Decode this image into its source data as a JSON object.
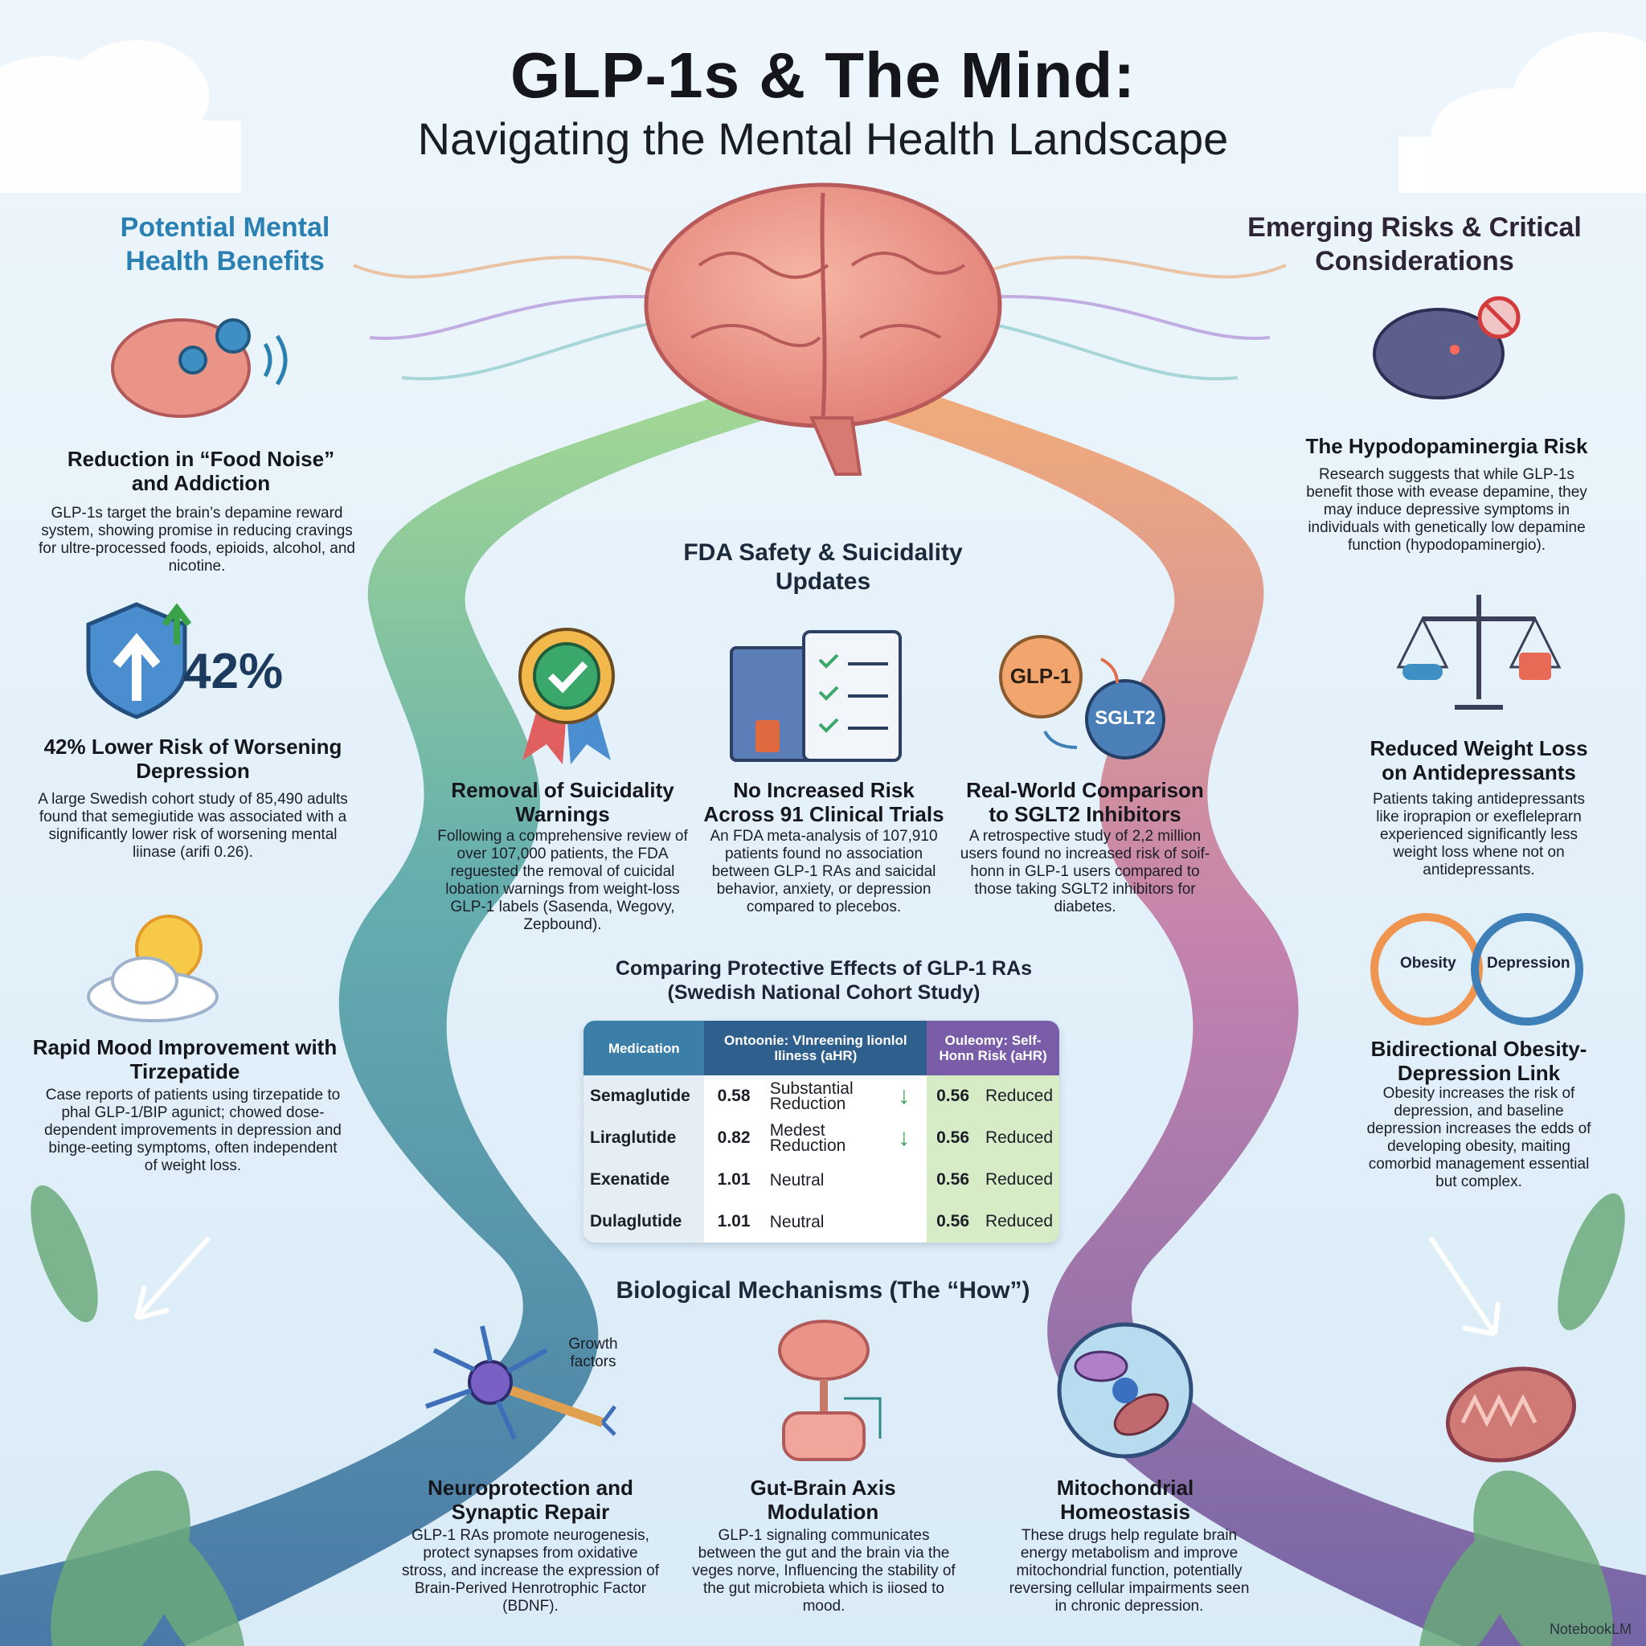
{
  "title": "GLP-1s & The Mind:",
  "subtitle": "Navigating the Mental Health Landscape",
  "left": {
    "heading": "Potential Mental Health Benefits",
    "items": [
      {
        "title": "Reduction in “Food Noise” and Addiction",
        "text": "GLP-1s target the brain’s depamine reward system, showing promise in reducing cravings for ultre-processed foods, epioids, alcohol, and nicotine."
      },
      {
        "badge": "42%",
        "title": "42% Lower Risk of Worsening Depression",
        "text": "A large Swedish cohort study of 85,490 adults found that semegiutide was associated with a significantly lower risk of worsening mental liinase (arifi 0.26)."
      },
      {
        "title": "Rapid Mood Improvement with Tirzepatide",
        "text": "Case reports of patients using tirzepatide to phal GLP-1/BIP agunict; chowed dose-dependent improvements in depression and binge-eeting symptoms, often independent of weight loss."
      }
    ]
  },
  "right": {
    "heading": "Emerging Risks & Critical Considerations",
    "items": [
      {
        "title": "The Hypodopaminergia Risk",
        "text": "Research suggests that while GLP-1s benefit those with evease depamine, they may induce depressive symptoms in individuals with genetically low depamine function (hypodopaminergio)."
      },
      {
        "title": "Reduced Weight Loss on Antidepressants",
        "text": "Patients taking antidepressants like iroprapion or exefleleprarn experienced significantly less weight loss whene not on antidepressants."
      },
      {
        "title": "Bidirectional Obesity-Depression Link",
        "text": "Obesity increases the risk of depression, and baseline depression increases the edds of developing obesity, maiting comorbid management essential but complex.",
        "cycle_left": "Obesity",
        "cycle_right": "Depression"
      }
    ]
  },
  "fda": {
    "heading": "FDA Safety & Suicidality Updates",
    "items": [
      {
        "title": "Removal of Suicidality Warnings",
        "text": "Following a comprehensive review of over 107,000 patients, the FDA reguested the removal of cuicidal lobation warnings from weight-loss GLP-1 labels (Sasenda, Wegovy, Zepbound)."
      },
      {
        "title": "No Increased Risk Across 91 Clinical Trials",
        "text": "An FDA meta-analysis of 107,910 patients found no association between GLP-1 RAs and saicidal behavior, anxiety, or depression compared to plecebos."
      },
      {
        "title": "Real-World Comparison to SGLT2 Inhibitors",
        "text": "A retrospective study of 2,2 million users found no increased risk of soif-honn in GLP-1 users compared to those taking SGLT2 inhibitors for diabetes.",
        "bubble_a": "GLP-1",
        "bubble_b": "SGLT2"
      }
    ]
  },
  "table": {
    "heading": "Comparing Protective Effects of GLP-1 RAs (Swedish National Cohort Study)",
    "col_med": "Medication",
    "col_out1": "Ontoonie: Vlnreening lionlol Iliness (aHR)",
    "col_out2": "Ouleomy: Self-Honn Risk (aHR)",
    "rows": [
      {
        "med": "Semaglutide",
        "v1": "0.58",
        "l1": "Substantial Reduction",
        "v2": "0.56",
        "l2": "Reduced",
        "arrow": true
      },
      {
        "med": "Liraglutide",
        "v1": "0.82",
        "l1": "Medest Reduction",
        "v2": "0.56",
        "l2": "Reduced",
        "arrow": true
      },
      {
        "med": "Exenatide",
        "v1": "1.01",
        "l1": "Neutral",
        "v2": "0.56",
        "l2": "Reduced",
        "arrow": false
      },
      {
        "med": "Dulaglutide",
        "v1": "1.01",
        "l1": "Neutral",
        "v2": "0.56",
        "l2": "Reduced",
        "arrow": false
      }
    ]
  },
  "mech": {
    "heading": "Biological Mechanisms (The “How”)",
    "growth_label": "Growth factors",
    "items": [
      {
        "title": "Neuroprotection and Synaptic Repair",
        "text": "GLP-1 RAs promote neurogenesis, protect synapses from oxidative stross, and increase the expression of Brain-Perived Henrotrophic Factor (BDNF)."
      },
      {
        "title": "Gut-Brain Axis Modulation",
        "text": "GLP-1 signaling communicates between the gut and the brain via the veges norve, Influencing the stability of the gut microbieta which is iiosed to mood."
      },
      {
        "title": "Mitochondrial Homeostasis",
        "text": "These drugs help regulate brain energy metabolism and improve mitochondrial function, potentially reversing cellular impairments seen in chronic depression."
      }
    ]
  },
  "logo": "NotebookLM",
  "colors": {
    "benefit_blue": "#2a7fb3",
    "risk_dark": "#2d2436",
    "path_green": "#8fcf8a",
    "path_purple": "#8a6fb3",
    "brain_pink": "#e8877a"
  }
}
